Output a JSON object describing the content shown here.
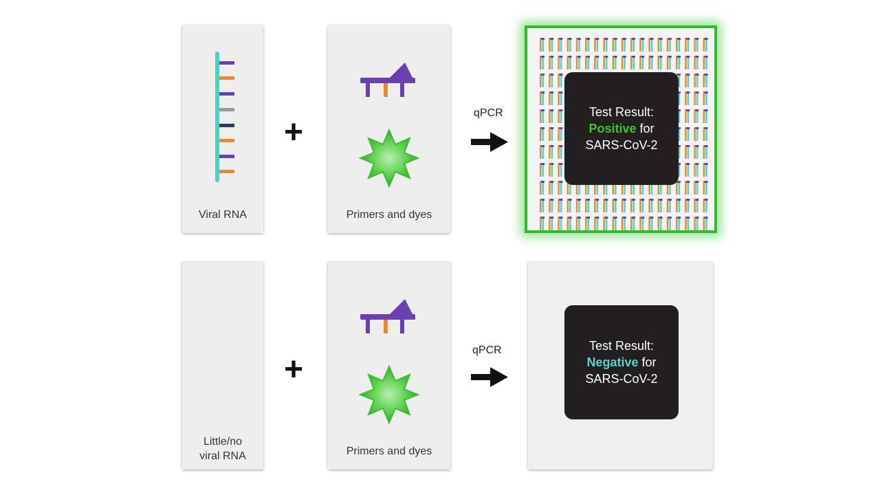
{
  "top_row": {
    "rna_caption": "Viral RNA",
    "primers_caption": "Primers and dyes",
    "operator": "+",
    "process_label": "qPCR",
    "result": {
      "line1": "Test Result:",
      "status": "Positive",
      "for": "for",
      "target": "SARS-CoV-2"
    }
  },
  "bottom_row": {
    "rna_caption_line1": "Little/no",
    "rna_caption_line2": "viral RNA",
    "primers_caption": "Primers and dyes",
    "operator": "+",
    "process_label": "qPCR",
    "result": {
      "line1": "Test Result:",
      "status": "Negative",
      "for": "for",
      "target": "SARS-CoV-2"
    }
  },
  "colors": {
    "rna_backbone": "#4fd2c4",
    "purple": "#6a3fb0",
    "orange": "#e58a2e",
    "gray": "#9a9a9a",
    "navy": "#2a3a5a",
    "dye_green": "#44c23a",
    "positive_green": "#3cc336",
    "negative_teal": "#59d3c9"
  },
  "icons": [
    "rna-strand-icon",
    "primer-icon",
    "dye-burst-icon",
    "arrow-right-icon"
  ]
}
